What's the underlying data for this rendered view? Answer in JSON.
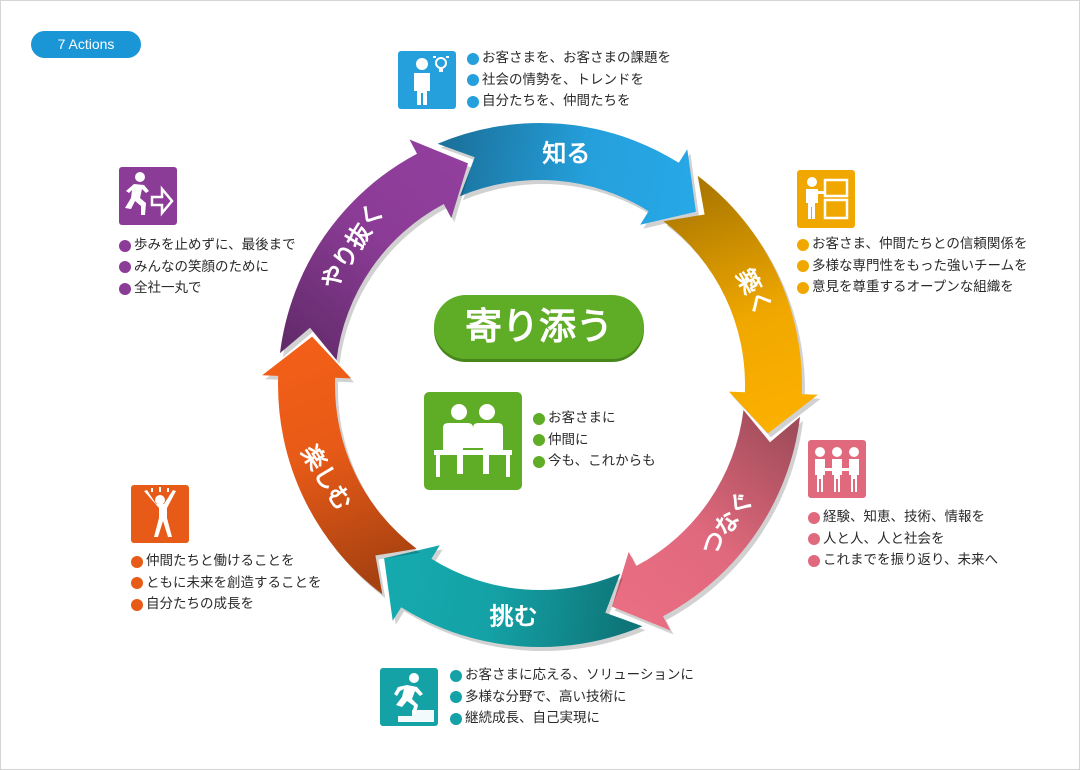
{
  "badge": "7 Actions",
  "center": {
    "title": "寄り添う",
    "color": "#5fac27",
    "items": [
      "お客さまに",
      "仲間に",
      "今も、これからも"
    ]
  },
  "actions": [
    {
      "key": "shiru",
      "label": "知る",
      "color": "#25a0dc",
      "icon": "person-lightbulb-icon",
      "items": [
        "お客さまを、お客さまの課題を",
        "社会の情勢を、トレンドを",
        "自分たちを、仲間たちを"
      ]
    },
    {
      "key": "kizuku",
      "label": "築く",
      "color": "#f0a800",
      "icon": "builder-blocks-icon",
      "items": [
        "お客さま、仲間たちとの信頼関係を",
        "多様な専門性をもった強いチームを",
        "意見を尊重するオープンな組織を"
      ]
    },
    {
      "key": "tsunagu",
      "label": "つなぐ",
      "color": "#e0697d",
      "icon": "people-holding-hands-icon",
      "items": [
        "経験、知恵、技術、情報を",
        "人と人、人と社会を",
        "これまでを振り返り、未来へ"
      ]
    },
    {
      "key": "idomu",
      "label": "挑む",
      "color": "#14a2a6",
      "icon": "runner-climbing-stairs-icon",
      "items": [
        "お客さまに応える、ソリューションに",
        "多様な分野で、高い技術に",
        "継続成長、自己実現に"
      ]
    },
    {
      "key": "tanoshimu",
      "label": "楽しむ",
      "color": "#e75a17",
      "icon": "cheering-person-icon",
      "items": [
        "仲間たちと働けることを",
        "ともに未来を創造することを",
        "自分たちの成長を"
      ]
    },
    {
      "key": "yarinuku",
      "label": "やり抜く",
      "color": "#8b3c96",
      "icon": "person-running-to-goal-icon",
      "items": [
        "歩みを止めずに、最後まで",
        "みんなの笑顔のために",
        "全社一丸で"
      ]
    }
  ]
}
